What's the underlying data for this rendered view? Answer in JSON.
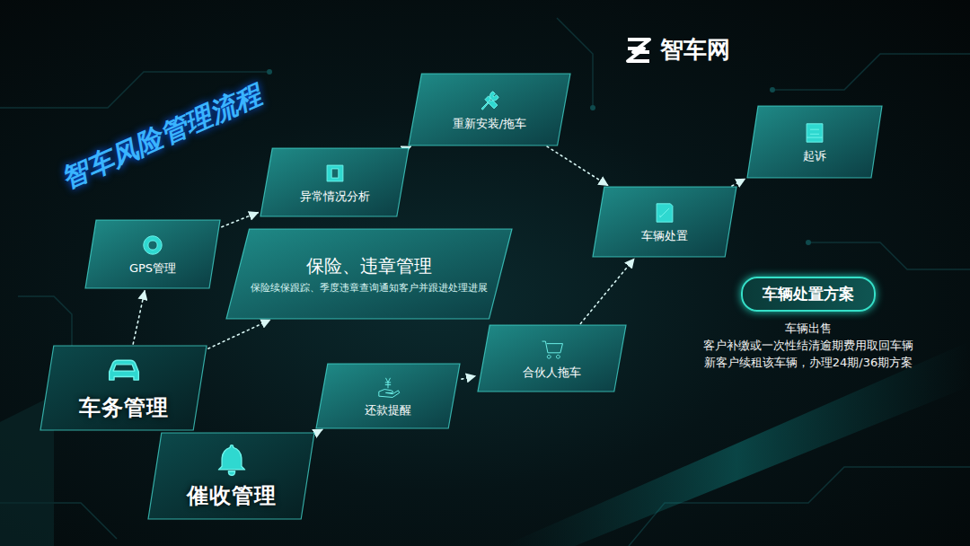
{
  "diagram": {
    "title": "智车风险管理流程",
    "nodes": [
      {
        "text": [
          "车务管理"
        ]
      },
      {
        "text": [
          "催收管理"
        ]
      },
      {
        "text": [
          "GPS管理"
        ]
      },
      {
        "text": [
          "异常情况分析"
        ]
      },
      {
        "text": [
          "重新安装/拖车"
        ]
      },
      {
        "text": [
          "保险、违章管理",
          "保险续保跟踪、季度违章查询通知客户并跟进处理进展"
        ]
      },
      {
        "text": [
          "还款提醒"
        ]
      },
      {
        "text": [
          "合伙人拖车"
        ]
      },
      {
        "text": [
          "车辆处置"
        ]
      },
      {
        "text": [
          "起诉"
        ]
      },
      {
        "text": [
          "车辆处置方案",
          "车辆出售",
          "客户补缴或一次性结清逾期费用取回车辆",
          "新客户续租该车辆，办理24期/36期方案"
        ]
      }
    ],
    "edges": [
      {
        "from": 0,
        "to": 2,
        "arrow": "to"
      },
      {
        "from": 0,
        "to": 5,
        "arrow": "to"
      },
      {
        "from": 2,
        "to": 3,
        "arrow": "to"
      },
      {
        "from": 3,
        "to": 4,
        "arrow": "to"
      },
      {
        "from": 4,
        "to": 8,
        "arrow": "to"
      },
      {
        "from": 1,
        "to": 6,
        "arrow": "to"
      },
      {
        "from": 6,
        "to": 7,
        "arrow": "to"
      },
      {
        "from": 7,
        "to": 8,
        "arrow": "to"
      },
      {
        "from": 8,
        "to": 9,
        "arrow": "to"
      }
    ],
    "labels": [
      "智车网"
    ]
  }
}
